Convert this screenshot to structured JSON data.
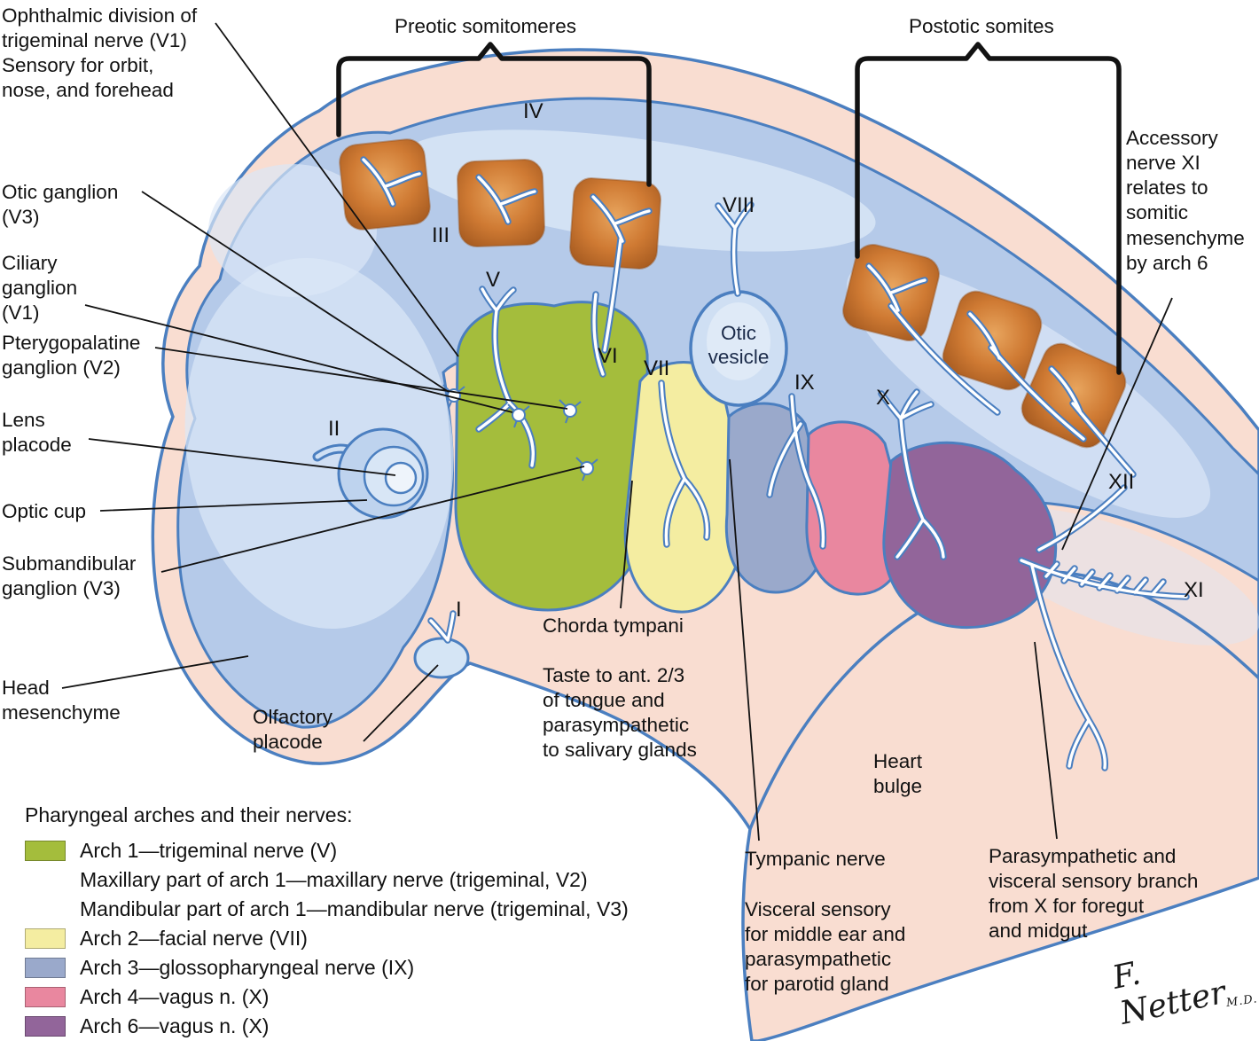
{
  "figure": {
    "labels": {
      "ophthalmic": "Ophthalmic division of\ntrigeminal nerve (V1)\nSensory for orbit,\nnose, and forehead",
      "preotic": "Preotic somitomeres",
      "postotic": "Postotic somites",
      "accessory": "Accessory\nnerve XI\nrelates to\nsomitic\nmesenchyme\nby arch 6",
      "otic_ganglion": "Otic ganglion\n(V3)",
      "ciliary_ganglion": "Ciliary\nganglion\n(V1)",
      "pterygopalatine_ganglion": "Pterygopalatine\nganglion (V2)",
      "lens_placode": "Lens\nplacode",
      "optic_cup": "Optic cup",
      "submandibular_ganglion": "Submandibular\nganglion (V3)",
      "head_mesenchyme": "Head\nmesenchyme",
      "olfactory_placode": "Olfactory\nplacode",
      "otic_vesicle": "Otic\nvesicle",
      "chorda_tympani": "Chorda tympani",
      "taste": "Taste to ant. 2/3\nof tongue and\nparasympathetic\nto salivary glands",
      "heart_bulge": "Heart\nbulge",
      "tympanic_nerve": "Tympanic nerve",
      "visceral_sensory": "Visceral sensory\nfor middle ear and\nparasympathetic\nfor parotid gland",
      "parasympathetic_x": "Parasympathetic and\nvisceral sensory branch\nfrom X for foregut\nand midgut"
    },
    "numerals": {
      "n1": "I",
      "n2": "II",
      "n3": "III",
      "n4": "IV",
      "n5": "V",
      "n6": "VI",
      "n7": "VII",
      "n8": "VIII",
      "n9": "IX",
      "n10": "X",
      "n11": "XI",
      "n12": "XII"
    }
  },
  "legend": {
    "title": "Pharyngeal arches and their nerves:",
    "rows": [
      {
        "swatch": "#a4bd3c",
        "label": "Arch 1—trigeminal nerve (V)"
      },
      {
        "swatch": null,
        "label": "Maxillary part of arch 1—maxillary nerve (trigeminal, V2)"
      },
      {
        "swatch": null,
        "label": "Mandibular part of arch 1—mandibular nerve (trigeminal, V3)"
      },
      {
        "swatch": "#f4eda1",
        "label": "Arch 2—facial nerve (VII)"
      },
      {
        "swatch": "#9aa9cb",
        "label": "Arch 3—glossopharyngeal nerve (IX)"
      },
      {
        "swatch": "#e9879f",
        "label": "Arch 4—vagus n. (X)"
      },
      {
        "swatch": "#92659a",
        "label": "Arch 6—vagus n. (X)"
      }
    ]
  },
  "signature": {
    "name": "F. Netter",
    "suffix": "M.D."
  },
  "colors": {
    "outline_blue": "#4b7fc0",
    "body_pink": "#f9ddd1",
    "neural_blue": "#b5cae9",
    "somite_brown": "#cf7a33",
    "arch1_green": "#a4bd3c",
    "arch2_yellow": "#f4eda1",
    "arch3_blue": "#9aa9cb",
    "arch4_pink": "#e9879f",
    "arch6_purple": "#92659a"
  }
}
